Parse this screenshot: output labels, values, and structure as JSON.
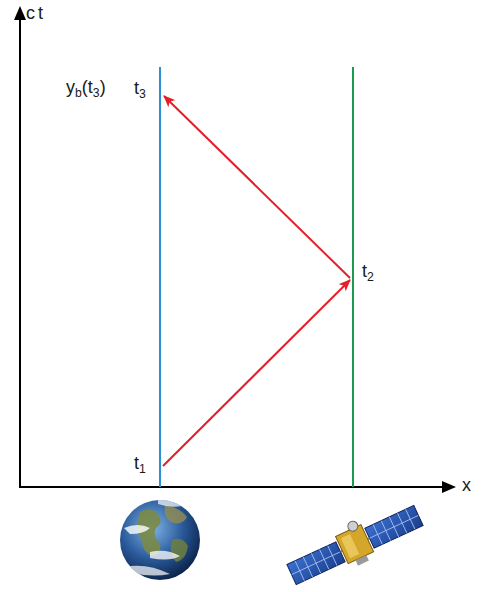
{
  "diagram": {
    "nodes": [
      {
        "text": [
          "t3"
        ]
      },
      {
        "text": [
          "t2"
        ]
      },
      {
        "text": [
          "t1"
        ]
      }
    ],
    "edges": [
      {
        "from": 2,
        "to": 1,
        "arrow": "to"
      },
      {
        "from": 1,
        "to": 0,
        "arrow": "to"
      }
    ],
    "labels": [
      "ct",
      "x",
      "yb(t3)"
    ]
  }
}
